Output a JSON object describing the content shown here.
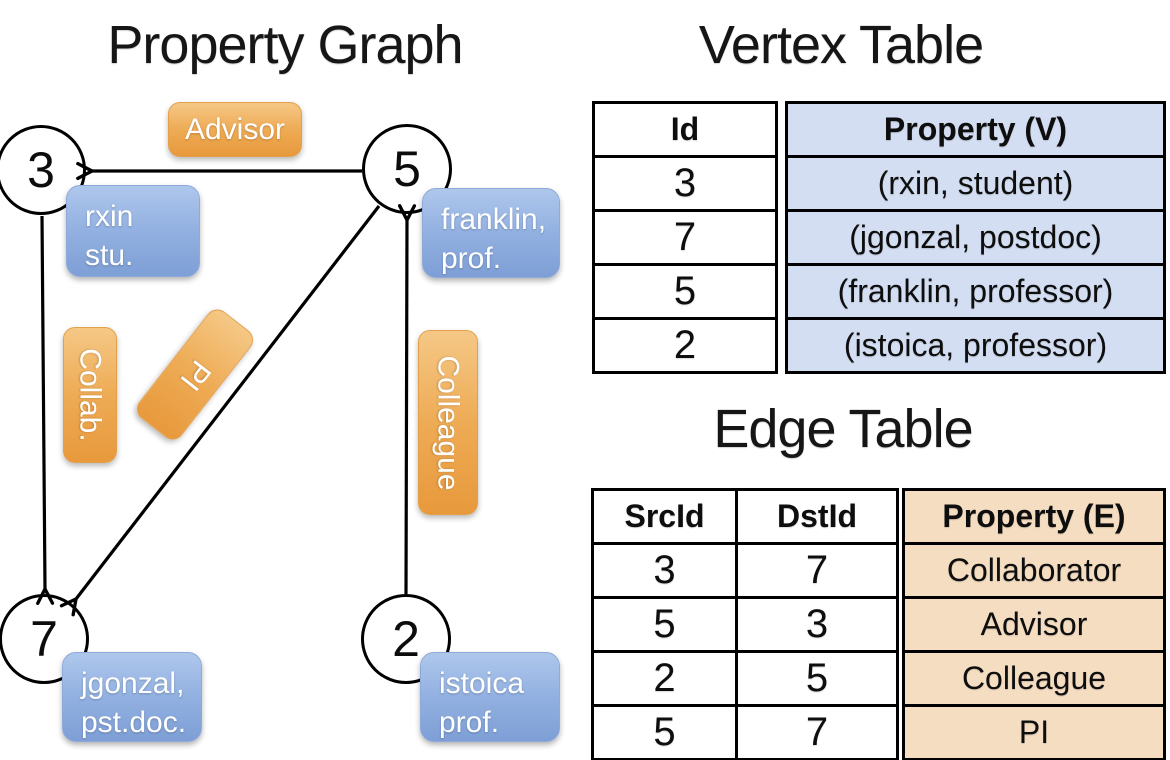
{
  "graph": {
    "title": "Property Graph",
    "vertices": [
      {
        "id": "3",
        "label": [
          "rxin",
          "stu."
        ]
      },
      {
        "id": "5",
        "label": [
          "franklin,",
          "prof."
        ]
      },
      {
        "id": "7",
        "label": [
          "jgonzal,",
          "pst.doc."
        ]
      },
      {
        "id": "2",
        "label": [
          "istoica",
          "prof."
        ]
      }
    ],
    "edges": [
      {
        "label": "Advisor",
        "from": "5",
        "to": "3"
      },
      {
        "label": "Collab.",
        "from": "3",
        "to": "7"
      },
      {
        "label": "PI",
        "from": "5",
        "to": "7"
      },
      {
        "label": "Colleague",
        "from": "2",
        "to": "5"
      }
    ]
  },
  "vertex_table": {
    "title": "Vertex Table",
    "columns": [
      "Id",
      "Property (V)"
    ],
    "rows": [
      {
        "id": "3",
        "property": "(rxin, student)"
      },
      {
        "id": "7",
        "property": "(jgonzal, postdoc)"
      },
      {
        "id": "5",
        "property": "(franklin, professor)"
      },
      {
        "id": "2",
        "property": "(istoica, professor)"
      }
    ]
  },
  "edge_table": {
    "title": "Edge Table",
    "columns": [
      "SrcId",
      "DstId",
      "Property (E)"
    ],
    "rows": [
      {
        "src": "3",
        "dst": "7",
        "property": "Collaborator"
      },
      {
        "src": "5",
        "dst": "3",
        "property": "Advisor"
      },
      {
        "src": "2",
        "dst": "5",
        "property": "Colleague"
      },
      {
        "src": "5",
        "dst": "7",
        "property": "PI"
      }
    ]
  },
  "colors": {
    "background": "#ffffff",
    "edge_label_orange": "#eda64d",
    "vertex_label_blue": "#8fafdf",
    "vertex_table_fill": "#d3def2",
    "edge_table_fill": "#f5ddc2",
    "line": "#000000",
    "box_text": "#ffffff",
    "text": "#0e0e0e"
  }
}
